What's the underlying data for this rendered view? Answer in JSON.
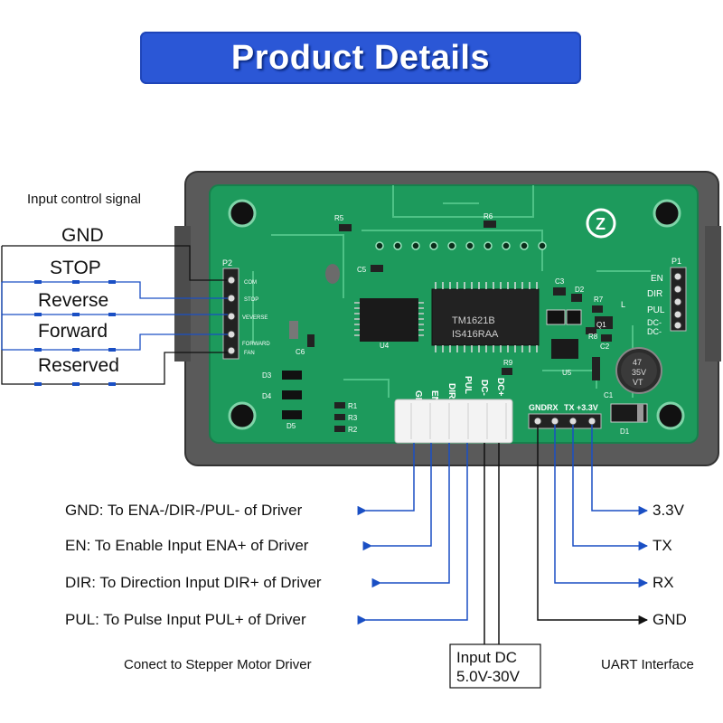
{
  "banner": {
    "title": "Product Details"
  },
  "input_control": {
    "heading": "Input control signal",
    "signals": [
      "GND",
      "STOP",
      "Reverse",
      "Forward",
      "Reserved"
    ]
  },
  "driver_connections": {
    "lines": [
      "GND: To ENA-/DIR-/PUL- of Driver",
      "EN: To Enable Input ENA+ of Driver",
      "DIR: To Direction Input DIR+ of Driver",
      "PUL: To Pulse Input PUL+ of Driver"
    ],
    "caption": "Conect to Stepper Motor Driver"
  },
  "power": {
    "line1": "Input DC",
    "line2": "5.0V-30V"
  },
  "uart": {
    "lines": [
      "3.3V",
      "TX",
      "RX",
      "GND"
    ],
    "caption": "UART Interface"
  },
  "board": {
    "p2_label": "P2",
    "p2_pins": [
      "COM",
      "STOP",
      "VEVERSE",
      "FORWARD",
      "FAN"
    ],
    "p1_label": "P1",
    "p1_pins": [
      "EN",
      "DIR",
      "PUL",
      "DC-",
      "DC-"
    ],
    "bottom_pins": [
      "GND",
      "EN",
      "DIR",
      "PUL",
      "DC-",
      "DC+"
    ],
    "uart_pins": [
      "GND",
      "RX",
      "TX",
      "+3.3V"
    ],
    "chip_text_1": "TM1621B",
    "chip_text_2": "IS416RAA",
    "capacitor_text_1": "47",
    "capacitor_text_2": "35V",
    "capacitor_text_3": "VT",
    "refs": [
      "R5",
      "R6",
      "C5",
      "C3",
      "D2",
      "R7",
      "Q1",
      "C2",
      "R8",
      "U5",
      "R9",
      "C1",
      "D1",
      "U4",
      "C6",
      "D3",
      "D4",
      "D5",
      "R1",
      "R3",
      "R2",
      "L"
    ]
  },
  "colors": {
    "banner": "#2b57d6",
    "pcb": "#1d9a5c",
    "arrow": "#1a4fc4",
    "case": "#5a5a5a"
  }
}
